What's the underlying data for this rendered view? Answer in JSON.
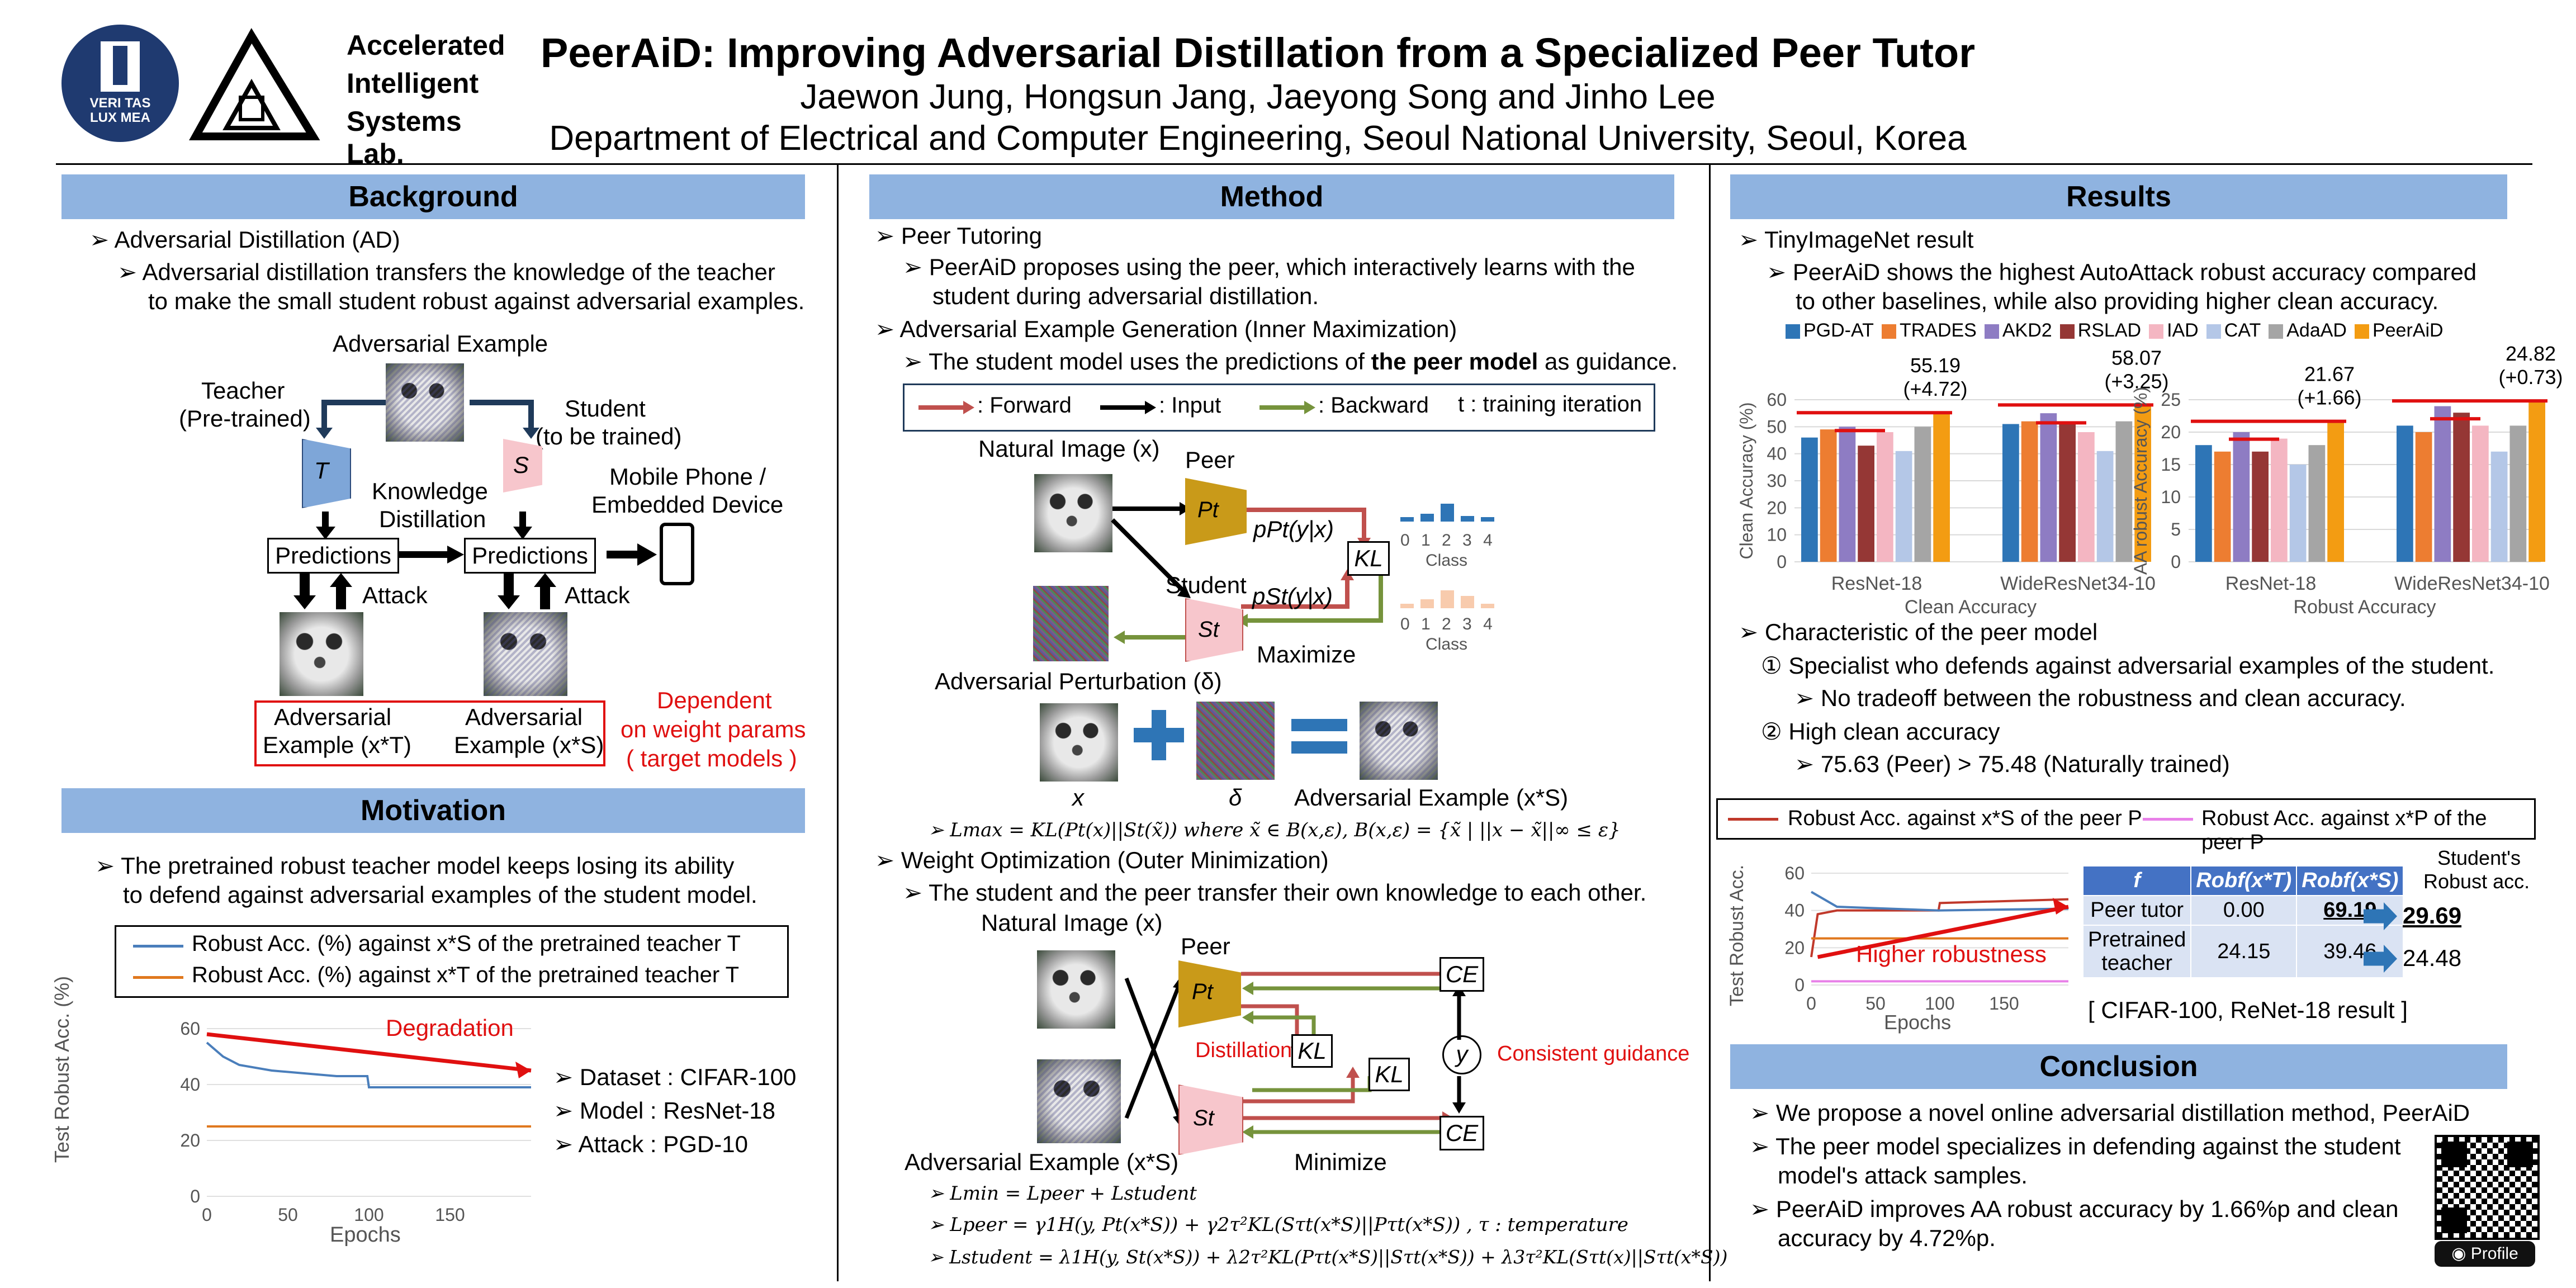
{
  "header": {
    "title": "PeerAiD: Improving Adversarial Distillation from a Specialized Peer Tutor",
    "authors": "Jaewon Jung, Hongsun Jang, Jaeyong Song and Jinho Lee",
    "affiliation": "Department of Electrical and Computer Engineering, Seoul National University, Seoul, Korea",
    "lab_name_line1": "Accelerated",
    "lab_name_line2": "Intelligent",
    "lab_name_line3": "Systems Lab.",
    "seal_text": "VERI TAS LUX MEA"
  },
  "background": {
    "heading": "Background",
    "b1": "Adversarial Distillation (AD)",
    "b1a_line1": "Adversarial distillation transfers the knowledge of the teacher",
    "b1a_line2": "to make the small student robust against adversarial examples.",
    "adv_example": "Adversarial Example",
    "teacher_line1": "Teacher",
    "teacher_line2": "(Pre-trained)",
    "student_line1": "Student",
    "student_line2": "(to be trained)",
    "T": "T",
    "S": "S",
    "kd_line1": "Knowledge",
    "kd_line2": "Distillation",
    "mobile_line1": "Mobile Phone /",
    "mobile_line2": "Embedded Device",
    "predictions1": "Predictions",
    "predictions2": "Predictions",
    "attack1": "Attack",
    "attack2": "Attack",
    "ex_t_line1": "Adversarial",
    "ex_t_line2": "Example (x*T)",
    "ex_s_line1": "Adversarial",
    "ex_s_line2": "Example (x*S)",
    "dependent_line1": "Dependent",
    "dependent_line2": "on weight params",
    "dependent_line3": "( target models )"
  },
  "motivation": {
    "heading": "Motivation",
    "b1_line1": "The pretrained robust teacher model keeps losing its ability",
    "b1_line2": "to defend against adversarial examples of the student model.",
    "legend1": "Robust Acc. (%) against x*S of the pretrained teacher T",
    "legend2": "Robust Acc. (%) against x*T of the pretrained teacher T",
    "degradation": "Degradation",
    "ylabel": "Test Robust Acc. (%)",
    "xlabel": "Epochs",
    "yticks": [
      "60",
      "40",
      "20",
      "0"
    ],
    "xticks": [
      "0",
      "50",
      "100",
      "150"
    ],
    "dataset": "Dataset : CIFAR-100",
    "model": "Model : ResNet-18",
    "attack": "Attack : PGD-10"
  },
  "method": {
    "heading": "Method",
    "b1": "Peer Tutoring",
    "b1a_line1": "PeerAiD proposes using the peer, which interactively learns with the",
    "b1a_line2": "student during adversarial distillation.",
    "b2": "Adversarial Example Generation (Inner Maximization)",
    "b2a_pre": "The student model uses the predictions of ",
    "b2a_bold": "the peer model",
    "b2a_post": " as guidance.",
    "leg_forward": ": Forward",
    "leg_input": ": Input",
    "leg_backward": ": Backward",
    "leg_t": "t : training iteration",
    "natural_image": "Natural Image (x)",
    "peer": "Peer",
    "student": "Student",
    "Pt": "Pt",
    "St": "St",
    "p_peer": "pPt(y|x)",
    "p_student": "pSt(y|x)",
    "KL": "KL",
    "class_label": "Class",
    "class_ticks": "0 1 2 3 4",
    "maximize": "Maximize",
    "adv_perturb": "Adversarial Perturbation (δ)",
    "x_lbl": "x",
    "delta_lbl": "δ",
    "adv_example": "Adversarial Example (x*S)",
    "lmax": "Lmax = KL(Pt(x)||St(x̃)) where x̃ ∈ B(x,ε), B(x,ε) = {x̃ | ||x − x̃||∞ ≤ ε}",
    "b3": "Weight Optimization (Outer Minimization)",
    "b3a": "The student and the peer transfer their own knowledge to each other.",
    "natural_image2": "Natural Image (x)",
    "peer2": "Peer",
    "CE": "CE",
    "y": "y",
    "distillation": "Distillation",
    "consistent": "Consistent guidance",
    "adv_example2": "Adversarial Example (x*S)",
    "minimize": "Minimize",
    "lmin": "Lmin = Lpeer + Lstudent",
    "lpeer": "Lpeer = γ1H(y, Pt(x*S)) + γ2τ²KL(Sτt(x*S)||Pτt(x*S)) , τ : temperature",
    "lstudent": "Lstudent = λ1H(y, St(x*S)) + λ2τ²KL(Pτt(x*S)||Sτt(x*S)) + λ3τ²KL(Sτt(x)||Sτt(x*S))"
  },
  "results": {
    "heading": "Results",
    "b1": "TinyImageNet result",
    "b1a_line1": "PeerAiD shows the highest AutoAttack robust accuracy compared",
    "b1a_line2": "to other baselines, while also providing higher clean accuracy.",
    "legend": [
      "PGD-AT",
      "TRADES",
      "AKD2",
      "RSLAD",
      "IAD",
      "CAT",
      "AdaAD",
      "PeerAiD"
    ],
    "legend_colors": [
      "#2e75b6",
      "#ed7d31",
      "#8e7cc3",
      "#953735",
      "#f4b6c2",
      "#b4c7e7",
      "#a5a5a5",
      "#f39c12"
    ],
    "clean_ylabel": "Clean Accuracy (%)",
    "clean_xlabel": "Clean Accuracy",
    "robust_ylabel": "AA robust Accuracy (%)",
    "robust_xlabel": "Robust Accuracy",
    "b2": "Characteristic of the peer model",
    "c1": "① Specialist who defends against adversarial examples of the student.",
    "c1a": "No tradeoff between the robustness and clean accuracy.",
    "c2": "② High clean accuracy",
    "c2a": "75.63 (Peer) > 75.48 (Naturally trained)",
    "leg_red": "Robust Acc. against x*S of the peer P",
    "leg_pink": "Robust Acc. against x*P of the peer P",
    "curve_ylabel": "Test Robust Acc.",
    "curve_xlabel": "Epochs",
    "curve_yticks": [
      "60",
      "40",
      "20",
      "0"
    ],
    "curve_xticks": [
      "0",
      "50",
      "100",
      "150"
    ],
    "higher_robustness": "Higher robustness",
    "table_headers": [
      "f",
      "Robf(x*T)",
      "Robf(x*S)"
    ],
    "table_rows": [
      {
        "name": "Peer tutor",
        "v1": "0.00",
        "v2": "69.19"
      },
      {
        "name": "Pretrained teacher",
        "v1": "24.15",
        "v2": "39.46"
      }
    ],
    "student_robust_line1": "Student's",
    "student_robust_line2": "Robust acc.",
    "student_val1": "29.69",
    "student_val2": "24.48",
    "cifar_caption": "[ CIFAR-100, ReNet-18 result ]"
  },
  "conclusion": {
    "heading": "Conclusion",
    "b1": "We propose a novel online adversarial distillation method, PeerAiD",
    "b2_line1": "The peer model specializes in defending against the student",
    "b2_line2": "model's attack samples.",
    "b3_line1": "PeerAiD improves AA robust accuracy by 1.66%p and clean",
    "b3_line2": "accuracy by 4.72%p.",
    "profile_label": "Profile"
  },
  "chart_data": [
    {
      "type": "bar",
      "title": "",
      "xlabel": "Clean Accuracy",
      "ylabel": "Clean Accuracy (%)",
      "ylim": [
        0,
        60
      ],
      "yticks": [
        0,
        10,
        20,
        30,
        40,
        50,
        60
      ],
      "categories": [
        "ResNet-18",
        "WideResNet34-10"
      ],
      "series": [
        {
          "name": "PGD-AT",
          "values": [
            46,
            51
          ]
        },
        {
          "name": "TRADES",
          "values": [
            49,
            52
          ]
        },
        {
          "name": "AKD2",
          "values": [
            50,
            55
          ]
        },
        {
          "name": "RSLAD",
          "values": [
            43,
            51
          ]
        },
        {
          "name": "IAD",
          "values": [
            48,
            48
          ]
        },
        {
          "name": "CAT",
          "values": [
            41,
            41
          ]
        },
        {
          "name": "AdaAD",
          "values": [
            50,
            52
          ]
        },
        {
          "name": "PeerAiD",
          "values": [
            55.19,
            58.07
          ]
        }
      ],
      "annotations": [
        {
          "category": "ResNet-18",
          "line1": "55.19",
          "line2": "(+4.72)"
        },
        {
          "category": "WideResNet34-10",
          "line1": "58.07",
          "line2": "(+3.25)"
        }
      ]
    },
    {
      "type": "bar",
      "title": "",
      "xlabel": "Robust Accuracy",
      "ylabel": "AA robust Accuracy (%)",
      "ylim": [
        0,
        25
      ],
      "yticks": [
        0,
        5,
        10,
        15,
        20,
        25
      ],
      "categories": [
        "ResNet-18",
        "WideResNet34-10"
      ],
      "series": [
        {
          "name": "PGD-AT",
          "values": [
            18,
            21
          ]
        },
        {
          "name": "TRADES",
          "values": [
            17,
            20
          ]
        },
        {
          "name": "AKD2",
          "values": [
            20,
            24
          ]
        },
        {
          "name": "RSLAD",
          "values": [
            17,
            23
          ]
        },
        {
          "name": "IAD",
          "values": [
            19,
            21
          ]
        },
        {
          "name": "CAT",
          "values": [
            15,
            17
          ]
        },
        {
          "name": "AdaAD",
          "values": [
            18,
            21
          ]
        },
        {
          "name": "PeerAiD",
          "values": [
            21.67,
            24.82
          ]
        }
      ],
      "annotations": [
        {
          "category": "ResNet-18",
          "line1": "21.67",
          "line2": "(+1.66)"
        },
        {
          "category": "WideResNet34-10",
          "line1": "24.82",
          "line2": "(+0.73)"
        }
      ]
    },
    {
      "type": "line",
      "title": "",
      "xlabel": "Epochs",
      "ylabel": "Test Robust Acc. (%)",
      "xlim": [
        0,
        200
      ],
      "ylim": [
        0,
        60
      ],
      "series": [
        {
          "name": "Robust Acc. (%) against x*S of the pretrained teacher T",
          "color": "#4a7ebb",
          "points": [
            [
              0,
              55
            ],
            [
              10,
              50
            ],
            [
              20,
              47
            ],
            [
              40,
              45
            ],
            [
              60,
              44
            ],
            [
              80,
              43
            ],
            [
              99,
              43
            ],
            [
              100,
              39
            ],
            [
              140,
              39
            ],
            [
              200,
              39
            ]
          ]
        },
        {
          "name": "Robust Acc. (%) against x*T of the pretrained teacher T",
          "color": "#e0781e",
          "points": [
            [
              0,
              25
            ],
            [
              200,
              25
            ]
          ]
        }
      ]
    },
    {
      "type": "line",
      "title": "",
      "xlabel": "Epochs",
      "ylabel": "Test Robust Acc.",
      "xlim": [
        0,
        200
      ],
      "ylim": [
        0,
        60
      ],
      "series": [
        {
          "name": "Robust Acc. against x*S of the peer P",
          "color": "#c0392b",
          "points": [
            [
              0,
              15
            ],
            [
              5,
              38
            ],
            [
              20,
              40
            ],
            [
              60,
              40
            ],
            [
              99,
              40
            ],
            [
              100,
              44
            ],
            [
              200,
              46
            ]
          ]
        },
        {
          "name": "Robust Acc. against x*P of the peer P",
          "color": "#e880e8",
          "points": [
            [
              0,
              2
            ],
            [
              200,
              2
            ]
          ]
        },
        {
          "name": "blue",
          "color": "#4a7ebb",
          "points": [
            [
              0,
              50
            ],
            [
              20,
              42
            ],
            [
              60,
              41
            ],
            [
              99,
              40
            ],
            [
              100,
              40
            ],
            [
              200,
              41
            ]
          ]
        },
        {
          "name": "orange",
          "color": "#e0781e",
          "points": [
            [
              0,
              25
            ],
            [
              200,
              25
            ]
          ]
        }
      ]
    }
  ]
}
